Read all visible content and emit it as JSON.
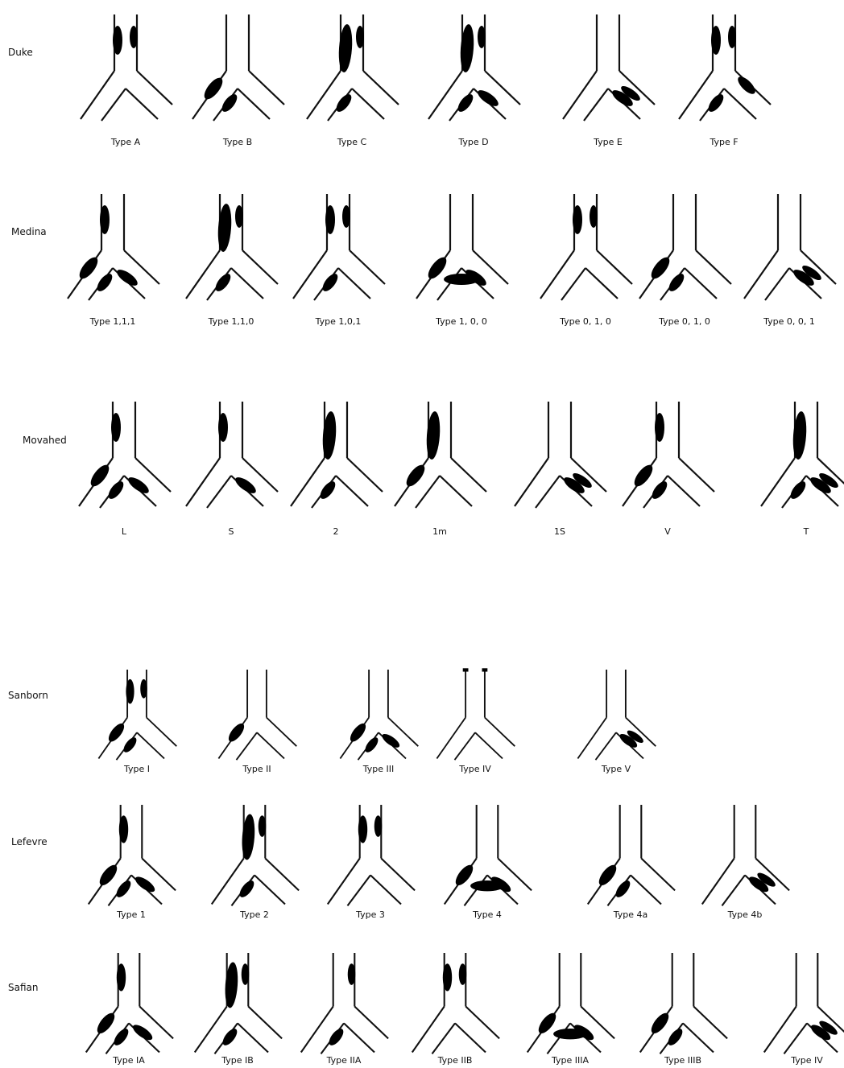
{
  "rows": [
    {
      "key": "duke",
      "label": "Duke",
      "types": [
        {
          "label": "Type A",
          "lesion": "prox-both"
        },
        {
          "label": "Type B",
          "lesion": "dist-left-and-branch"
        },
        {
          "label": "Type C",
          "lesion": "prox-left-long-dist"
        },
        {
          "label": "Type D",
          "lesion": "prox-both-long-dist-both"
        },
        {
          "label": "Type E",
          "lesion": "branch-only"
        },
        {
          "label": "Type F",
          "lesion": "prox-left-dist-right-branch"
        }
      ]
    },
    {
      "key": "medina",
      "label": "Medina",
      "types": [
        {
          "label": "Type  1,1,1",
          "lesion": "prox-dist-branch"
        },
        {
          "label": "Type 1,1,0",
          "lesion": "prox-dist"
        },
        {
          "label": "Type  1,0,1",
          "lesion": "prox-branch"
        },
        {
          "label": "Type 1, 0, 0",
          "lesion": "dist-left-branch-wide"
        },
        {
          "label": "Type 0, 1, 0",
          "lesion": "prox-only"
        },
        {
          "label": "Type 0, 1, 0",
          "lesion": "dist-left"
        },
        {
          "label": "Type 0, 0, 1",
          "lesion": "branch-only"
        }
      ]
    },
    {
      "key": "movahed",
      "label": "Movahed",
      "types": [
        {
          "label": "L",
          "lesion": "prox-left-dist-both"
        },
        {
          "label": "S",
          "lesion": "prox-left-branch"
        },
        {
          "label": "2",
          "lesion": "prox-left-dist-left"
        },
        {
          "label": "1m",
          "lesion": "prox-left-wide"
        },
        {
          "label": "1S",
          "lesion": "branch-only"
        },
        {
          "label": "V",
          "lesion": "dist-left-big-branch"
        },
        {
          "label": "T",
          "lesion": "prox-left-branch-both"
        }
      ]
    },
    {
      "key": "sanborn",
      "label": "Sanborn",
      "types": [
        {
          "label": "Type I",
          "lesion": "prox-both-dist-both"
        },
        {
          "label": "Type II",
          "lesion": "dist-left-small"
        },
        {
          "label": "Type III",
          "lesion": "dist-both-branch"
        },
        {
          "label": "Type IV",
          "lesion": "top-caps"
        },
        {
          "label": "Type V",
          "lesion": "branch-only"
        }
      ]
    },
    {
      "key": "lefevre",
      "label": "Lefevre",
      "types": [
        {
          "label": "Type 1",
          "lesion": "prox-dist-branch"
        },
        {
          "label": "Type 2",
          "lesion": "prox-dist"
        },
        {
          "label": "Type 3",
          "lesion": "prox-only"
        },
        {
          "label": "Type 4",
          "lesion": "dist-left-branch-wide"
        },
        {
          "label": "Type 4a",
          "lesion": "dist-left"
        },
        {
          "label": "Type 4b",
          "lesion": "branch-only"
        }
      ]
    },
    {
      "key": "safian",
      "label": "Safian",
      "types": [
        {
          "label": "Type IA",
          "lesion": "prox-dist-branch"
        },
        {
          "label": "Type IB",
          "lesion": "prox-dist"
        },
        {
          "label": "Type IIA",
          "lesion": "prox-right-branch"
        },
        {
          "label": "Type IIB",
          "lesion": "prox-only"
        },
        {
          "label": "Type IIIA",
          "lesion": "dist-left-branch-wide"
        },
        {
          "label": "Type IIIB",
          "lesion": "dist-left"
        },
        {
          "label": "Type IV",
          "lesion": "branch-only"
        }
      ]
    }
  ],
  "colors": {
    "vessel": "#111111",
    "lesion": "#000000",
    "background": "#ffffff"
  }
}
